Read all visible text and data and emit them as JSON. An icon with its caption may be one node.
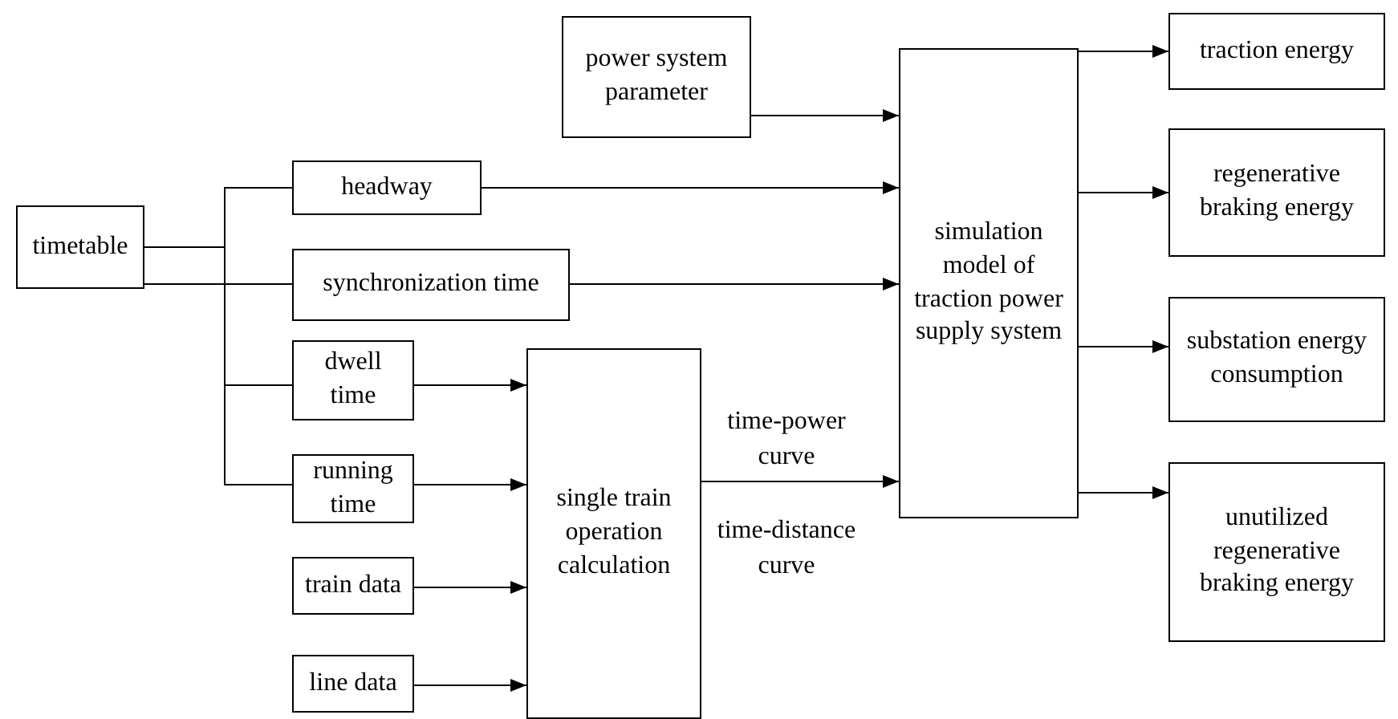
{
  "diagram": {
    "nodes": [
      {
        "text": [
          "timetable"
        ]
      },
      {
        "text": [
          "headway"
        ]
      },
      {
        "text": [
          "synchronization time"
        ]
      },
      {
        "text": [
          "dwell time"
        ]
      },
      {
        "text": [
          "running time"
        ]
      },
      {
        "text": [
          "train data"
        ]
      },
      {
        "text": [
          "line data"
        ]
      },
      {
        "text": [
          "single train operation calculation"
        ]
      },
      {
        "text": [
          "power system parameter"
        ]
      },
      {
        "text": [
          "simulation model of traction power supply system"
        ]
      },
      {
        "text": [
          "traction energy"
        ]
      },
      {
        "text": [
          "regenerative braking energy"
        ]
      },
      {
        "text": [
          "substation energy consumption"
        ]
      },
      {
        "text": [
          "unutilized regenerative braking energy"
        ]
      }
    ],
    "edges": [
      {
        "from": 0,
        "to": 1,
        "arrow": "none"
      },
      {
        "from": 0,
        "to": 2,
        "arrow": "none"
      },
      {
        "from": 0,
        "to": 3,
        "arrow": "none"
      },
      {
        "from": 0,
        "to": 4,
        "arrow": "none"
      },
      {
        "from": 1,
        "to": 9,
        "arrow": "to"
      },
      {
        "from": 2,
        "to": 9,
        "arrow": "to"
      },
      {
        "from": 3,
        "to": 7,
        "arrow": "to"
      },
      {
        "from": 4,
        "to": 7,
        "arrow": "to"
      },
      {
        "from": 5,
        "to": 7,
        "arrow": "to"
      },
      {
        "from": 6,
        "to": 7,
        "arrow": "to"
      },
      {
        "from": 8,
        "to": 9,
        "arrow": "to"
      },
      {
        "from": 7,
        "to": 9,
        "label": "time-power curve",
        "arrow": "to"
      },
      {
        "from": 9,
        "to": 10,
        "arrow": "to"
      },
      {
        "from": 9,
        "to": 11,
        "arrow": "to"
      },
      {
        "from": 9,
        "to": 12,
        "arrow": "to"
      },
      {
        "from": 9,
        "to": 13,
        "arrow": "to"
      }
    ],
    "labels": [
      "time-distance curve"
    ]
  }
}
